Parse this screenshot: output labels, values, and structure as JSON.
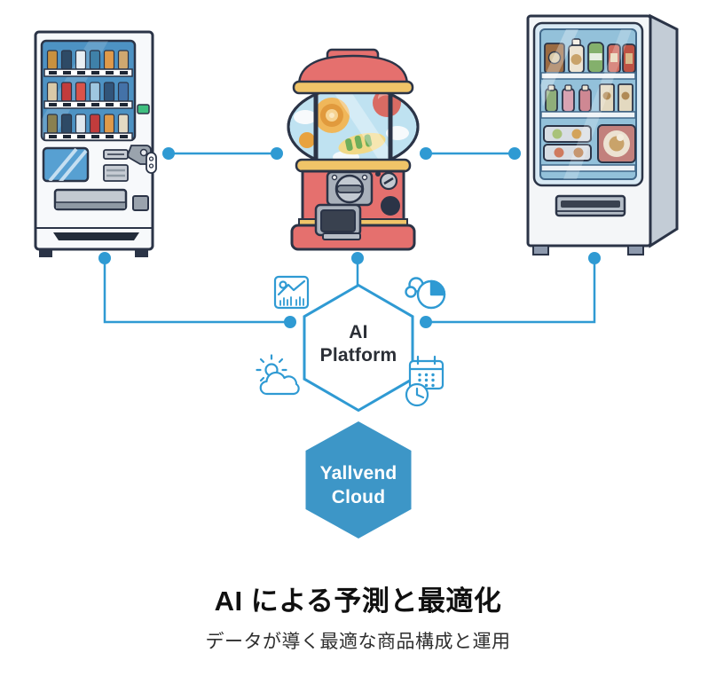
{
  "colors": {
    "accent_blue": "#2f9ad3",
    "cloud_hexagon_fill": "#3d96c7",
    "outline_navy": "#2b3447",
    "machine_red": "#e5706e",
    "band_yellow": "#f0c468",
    "title_black": "#101010"
  },
  "hexagons": {
    "platform": {
      "line1": "AI",
      "line2": "Platform"
    },
    "cloud": {
      "line1": "Yallvend",
      "line2": "Cloud"
    }
  },
  "icons": [
    {
      "name": "sales-chart-icon"
    },
    {
      "name": "pie-chart-cloud-icon"
    },
    {
      "name": "weather-icon"
    },
    {
      "name": "calendar-clock-icon"
    }
  ],
  "machines": [
    {
      "name": "beverage-vending-machine"
    },
    {
      "name": "capsule-toy-machine"
    },
    {
      "name": "food-vending-machine"
    }
  ],
  "caption": {
    "title": "AI による予測と最適化",
    "subtitle": "データが導く最適な商品構成と運用"
  }
}
